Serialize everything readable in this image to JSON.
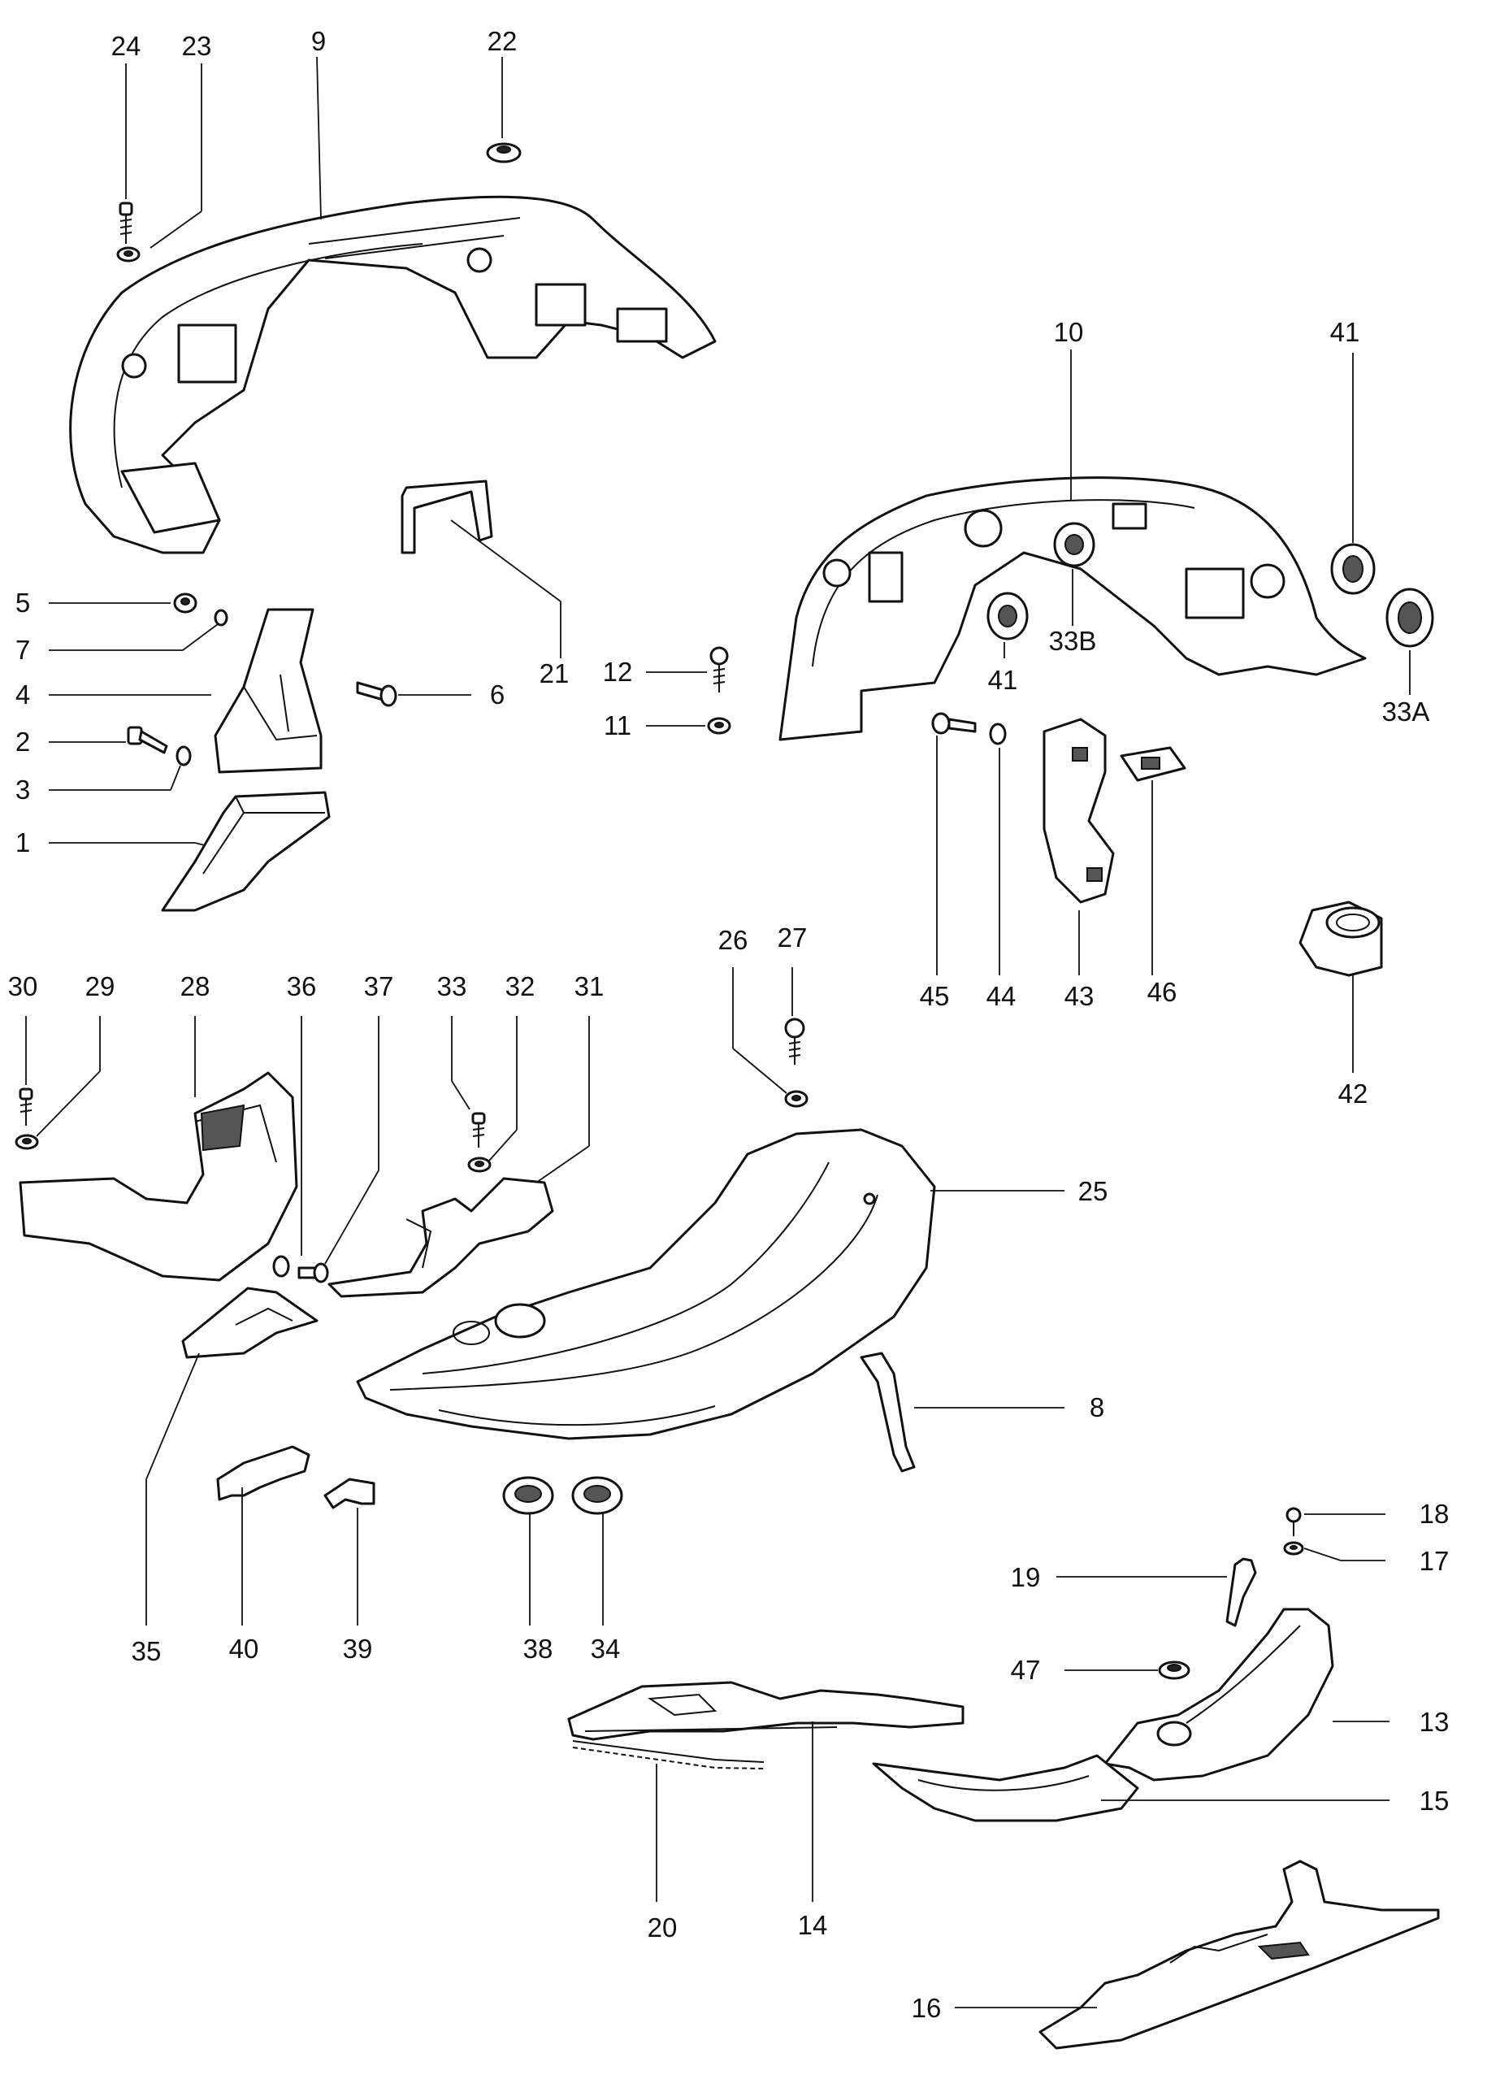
{
  "callouts": [
    {
      "id": "c24",
      "text": "24"
    },
    {
      "id": "c23",
      "text": "23"
    },
    {
      "id": "c9",
      "text": "9"
    },
    {
      "id": "c22",
      "text": "22"
    },
    {
      "id": "c10",
      "text": "10"
    },
    {
      "id": "c41a",
      "text": "41"
    },
    {
      "id": "c5",
      "text": "5"
    },
    {
      "id": "c7",
      "text": "7"
    },
    {
      "id": "c4",
      "text": "4"
    },
    {
      "id": "c6",
      "text": "6"
    },
    {
      "id": "c21",
      "text": "21"
    },
    {
      "id": "c12",
      "text": "12"
    },
    {
      "id": "c11",
      "text": "11"
    },
    {
      "id": "c2",
      "text": "2"
    },
    {
      "id": "c3",
      "text": "3"
    },
    {
      "id": "c1",
      "text": "1"
    },
    {
      "id": "c41b",
      "text": "41"
    },
    {
      "id": "c33B",
      "text": "33B"
    },
    {
      "id": "c33A",
      "text": "33A"
    },
    {
      "id": "c45",
      "text": "45"
    },
    {
      "id": "c44",
      "text": "44"
    },
    {
      "id": "c43",
      "text": "43"
    },
    {
      "id": "c46",
      "text": "46"
    },
    {
      "id": "c42",
      "text": "42"
    },
    {
      "id": "c30",
      "text": "30"
    },
    {
      "id": "c29",
      "text": "29"
    },
    {
      "id": "c28",
      "text": "28"
    },
    {
      "id": "c36",
      "text": "36"
    },
    {
      "id": "c37",
      "text": "37"
    },
    {
      "id": "c33",
      "text": "33"
    },
    {
      "id": "c32",
      "text": "32"
    },
    {
      "id": "c31",
      "text": "31"
    },
    {
      "id": "c26",
      "text": "26"
    },
    {
      "id": "c27",
      "text": "27"
    },
    {
      "id": "c25",
      "text": "25"
    },
    {
      "id": "c8",
      "text": "8"
    },
    {
      "id": "c35",
      "text": "35"
    },
    {
      "id": "c40",
      "text": "40"
    },
    {
      "id": "c39",
      "text": "39"
    },
    {
      "id": "c38",
      "text": "38"
    },
    {
      "id": "c34",
      "text": "34"
    },
    {
      "id": "c18",
      "text": "18"
    },
    {
      "id": "c17",
      "text": "17"
    },
    {
      "id": "c19",
      "text": "19"
    },
    {
      "id": "c47",
      "text": "47"
    },
    {
      "id": "c13",
      "text": "13"
    },
    {
      "id": "c15",
      "text": "15"
    },
    {
      "id": "c20",
      "text": "20"
    },
    {
      "id": "c14",
      "text": "14"
    },
    {
      "id": "c16",
      "text": "16"
    }
  ]
}
